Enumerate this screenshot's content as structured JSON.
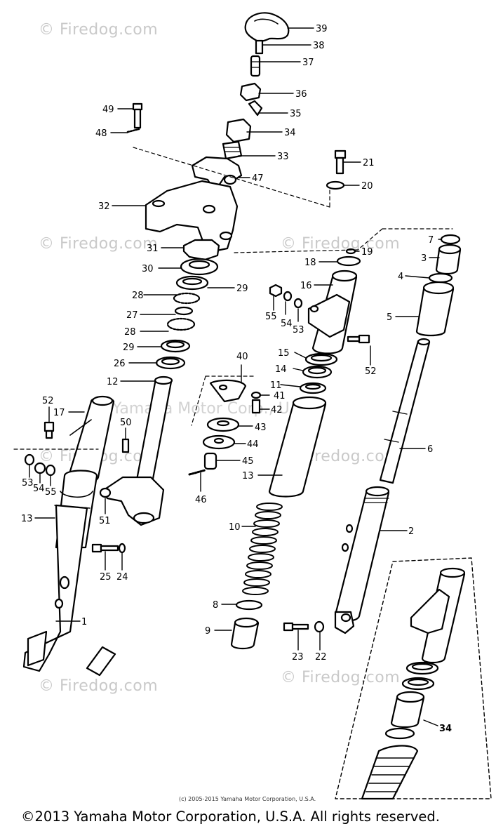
{
  "watermarks": [
    {
      "text": "© Firedog.com"
    },
    {
      "text": "© Firedog.com"
    },
    {
      "text": "© Firedog.com"
    },
    {
      "text": "© Firedog.com"
    },
    {
      "text": "© Firedog.com"
    },
    {
      "text": "© Firedog.com"
    },
    {
      "text": "© Firedog.com"
    }
  ],
  "watermark_line": "Yamaha Motor Corp., U.S.A.",
  "labels": [
    {
      "id": "39",
      "text": "39"
    },
    {
      "id": "38",
      "text": "38"
    },
    {
      "id": "37",
      "text": "37"
    },
    {
      "id": "36",
      "text": "36"
    },
    {
      "id": "35",
      "text": "35"
    },
    {
      "id": "34",
      "text": "34"
    },
    {
      "id": "33",
      "text": "33"
    },
    {
      "id": "47",
      "text": "47"
    },
    {
      "id": "49",
      "text": "49"
    },
    {
      "id": "48",
      "text": "48"
    },
    {
      "id": "21",
      "text": "21"
    },
    {
      "id": "20",
      "text": "20"
    },
    {
      "id": "32",
      "text": "32"
    },
    {
      "id": "31",
      "text": "31"
    },
    {
      "id": "30",
      "text": "30"
    },
    {
      "id": "28a",
      "text": "28"
    },
    {
      "id": "29a",
      "text": "29"
    },
    {
      "id": "27",
      "text": "27"
    },
    {
      "id": "28b",
      "text": "28"
    },
    {
      "id": "29b",
      "text": "29"
    },
    {
      "id": "26",
      "text": "26"
    },
    {
      "id": "12",
      "text": "12"
    },
    {
      "id": "7a",
      "text": "7"
    },
    {
      "id": "3",
      "text": "3"
    },
    {
      "id": "4",
      "text": "4"
    },
    {
      "id": "5",
      "text": "5"
    },
    {
      "id": "19",
      "text": "19"
    },
    {
      "id": "18",
      "text": "18"
    },
    {
      "id": "16",
      "text": "16"
    },
    {
      "id": "55a",
      "text": "55"
    },
    {
      "id": "54a",
      "text": "54"
    },
    {
      "id": "53a",
      "text": "53"
    },
    {
      "id": "52a",
      "text": "52"
    },
    {
      "id": "15",
      "text": "15"
    },
    {
      "id": "14",
      "text": "14"
    },
    {
      "id": "11",
      "text": "11"
    },
    {
      "id": "40",
      "text": "40"
    },
    {
      "id": "41",
      "text": "41"
    },
    {
      "id": "42",
      "text": "42"
    },
    {
      "id": "43",
      "text": "43"
    },
    {
      "id": "44",
      "text": "44"
    },
    {
      "id": "45",
      "text": "45"
    },
    {
      "id": "46",
      "text": "46"
    },
    {
      "id": "13a",
      "text": "13"
    },
    {
      "id": "6",
      "text": "6"
    },
    {
      "id": "52b",
      "text": "52"
    },
    {
      "id": "17",
      "text": "17"
    },
    {
      "id": "50",
      "text": "50"
    },
    {
      "id": "53b",
      "text": "53"
    },
    {
      "id": "54b",
      "text": "54"
    },
    {
      "id": "55b",
      "text": "55"
    },
    {
      "id": "51",
      "text": "51"
    },
    {
      "id": "13b",
      "text": "13"
    },
    {
      "id": "10",
      "text": "10"
    },
    {
      "id": "2",
      "text": "2"
    },
    {
      "id": "25",
      "text": "25"
    },
    {
      "id": "24",
      "text": "24"
    },
    {
      "id": "1",
      "text": "1"
    },
    {
      "id": "8",
      "text": "8"
    },
    {
      "id": "9",
      "text": "9"
    },
    {
      "id": "23",
      "text": "23"
    },
    {
      "id": "22",
      "text": "22"
    },
    {
      "id": "34b",
      "text": "34"
    }
  ],
  "footer": {
    "small": "(c) 2005-2015 Yamaha Motor Corporation, U.S.A.",
    "main": "©2013 Yamaha Motor Corporation, U.S.A. All rights reserved."
  }
}
